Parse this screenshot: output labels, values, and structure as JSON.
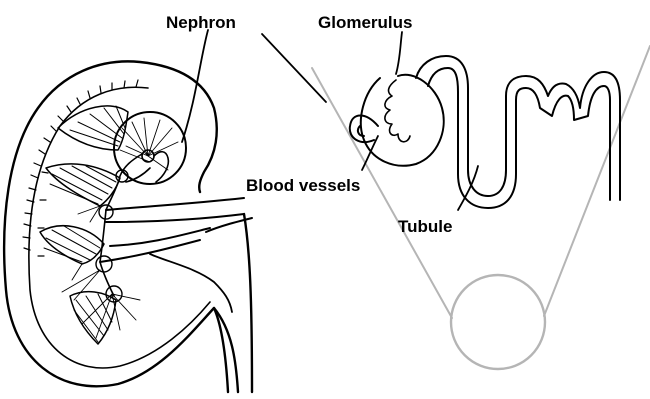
{
  "diagram": {
    "labels": {
      "nephron": "Nephron",
      "glomerulus": "Glomerulus",
      "blood_vessels": "Blood vessels",
      "tubule": "Tubule"
    },
    "colors": {
      "ink": "#000000",
      "magnifier_outline": "#b5b5b5",
      "background": "#ffffff"
    }
  }
}
